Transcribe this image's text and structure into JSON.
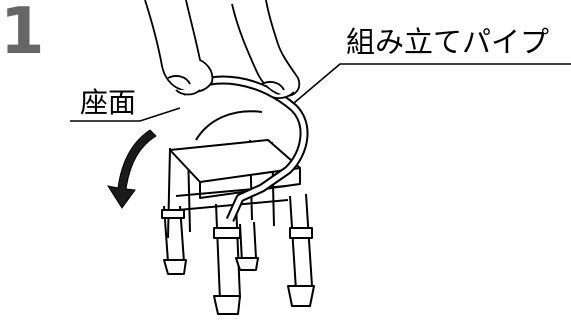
{
  "step": {
    "number": "1"
  },
  "labels": {
    "assembly_pipe": "組み立てパイプ",
    "seat": "座面"
  },
  "colors": {
    "step_number": "#666666",
    "line": "#000000",
    "background": "#ffffff"
  },
  "icons": [
    "hands-illustration",
    "shower-chair-illustration",
    "fold-down-arrow-icon"
  ]
}
